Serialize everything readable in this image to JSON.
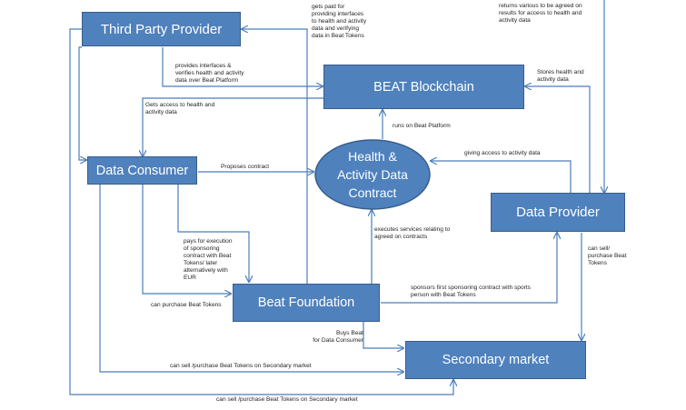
{
  "nodes": {
    "third_party_provider": "Third Party Provider",
    "beat_blockchain": "BEAT Blockchain",
    "data_consumer": "Data Consumer",
    "health_activity_contract": "Health &\nActivity Data\nContract",
    "data_provider": "Data Provider",
    "beat_foundation": "Beat Foundation",
    "secondary_market": "Secondary market"
  },
  "edges": {
    "gets_paid": "gets paid for\nproviding interfaces\nto health and activity\ndata and verifying\ndata in Beat Tokens",
    "returns_various": "returns various to be agreed on\nresults for access to health and\nactivity data",
    "provides_interfaces": "provides interfaces &\nverifies health and activity\ndata over Beat Platform",
    "stores_data": "Stores health and\nactivity data",
    "gets_access": "Gets access to health and\nactivity data",
    "runs_on": "runs on Beat Platform",
    "proposes_contract": "Proposes contract",
    "giving_access": "giving access to activity data",
    "executes_services": "executes services relating to\nagreed on contracts",
    "pays_for_execution": "pays for execution\nof sponsoring\ncontract  with Beat\nTokens/ later\nalternatively with\nEUR",
    "can_sell_purchase_dp": "can sell/\npurchase Beat\nTokens",
    "sponsors": "sponsors first sponsoring contract with  sports\nperson with Beat Tokens",
    "can_purchase": "can purchase Beat Tokens",
    "buys_beat": "Buys Beat\nfor Data Consumer",
    "can_sell_dc": "can sell /purchase Beat Tokens on Secondary market",
    "can_sell_tpp": "can sell /purchase Beat Tokens on Secondary market"
  },
  "colors": {
    "box_fill": "#4f81bd",
    "box_border": "#385d8a",
    "line": "#4a7ebb",
    "text": "#1f1f1f"
  }
}
